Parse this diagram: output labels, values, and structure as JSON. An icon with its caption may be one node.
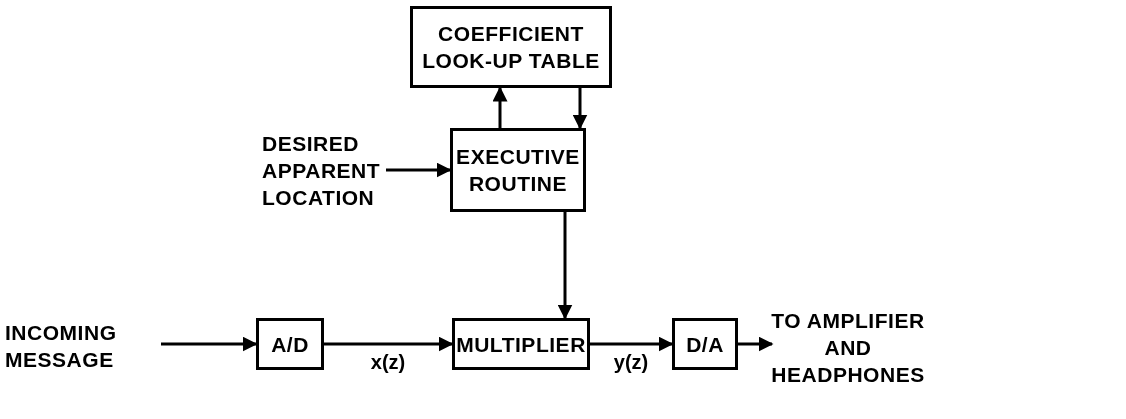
{
  "diagram": {
    "nodes": [
      {
        "text": [
          "COEFFICIENT LOOK-UP TABLE"
        ]
      },
      {
        "text": [
          "EXECUTIVE ROUTINE"
        ]
      },
      {
        "text": [
          "DESIRED APPARENT LOCATION"
        ]
      },
      {
        "text": [
          "MULTIPLIER"
        ]
      },
      {
        "text": [
          "A/D"
        ]
      },
      {
        "text": [
          "INCOMING MESSAGE"
        ]
      },
      {
        "text": [
          "D/A"
        ]
      },
      {
        "text": [
          "TO AMPLIFIER AND HEADPHONES"
        ]
      }
    ],
    "edges": [
      {
        "from": 1,
        "to": 0,
        "arrow": "to"
      },
      {
        "from": 0,
        "to": 1,
        "arrow": "to"
      },
      {
        "from": 2,
        "to": 1,
        "arrow": "to"
      },
      {
        "from": 1,
        "to": 3,
        "arrow": "to"
      },
      {
        "from": 5,
        "to": 4,
        "arrow": "to"
      },
      {
        "from": 4,
        "to": 3,
        "arrow": "to",
        "label": "x(z)"
      },
      {
        "from": 3,
        "to": 6,
        "arrow": "to",
        "label": "y(z)"
      },
      {
        "from": 6,
        "to": 7,
        "arrow": "to"
      }
    ]
  }
}
